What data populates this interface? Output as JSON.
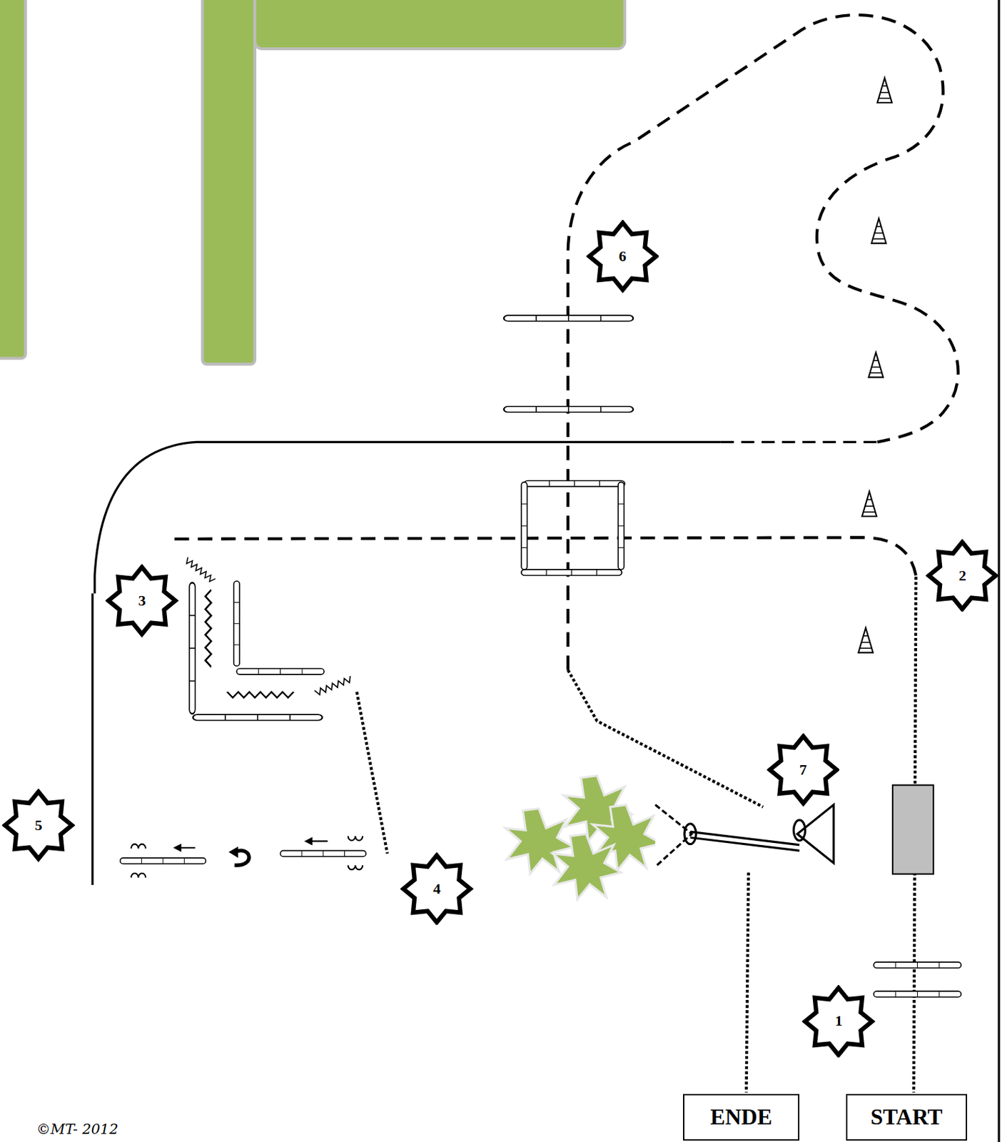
{
  "diagram": {
    "nodes": [
      {
        "text": [
          "6"
        ]
      },
      {
        "text": [
          "2"
        ]
      },
      {
        "text": [
          "3"
        ]
      },
      {
        "text": [
          "7"
        ]
      },
      {
        "text": [
          "5"
        ]
      },
      {
        "text": [
          "4"
        ]
      },
      {
        "text": [
          "1"
        ]
      },
      {
        "text": [
          "ENDE"
        ]
      },
      {
        "text": [
          "START"
        ]
      }
    ],
    "labels": [
      "©MT- 2012"
    ]
  }
}
